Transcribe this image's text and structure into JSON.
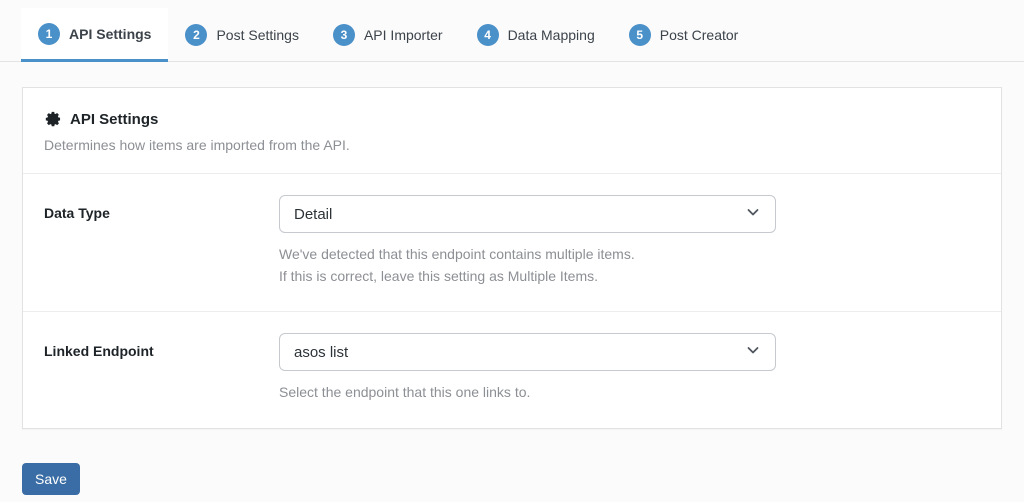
{
  "tabs": [
    {
      "number": "1",
      "label": "API Settings",
      "active": true
    },
    {
      "number": "2",
      "label": "Post Settings",
      "active": false
    },
    {
      "number": "3",
      "label": "API Importer",
      "active": false
    },
    {
      "number": "4",
      "label": "Data Mapping",
      "active": false
    },
    {
      "number": "5",
      "label": "Post Creator",
      "active": false
    }
  ],
  "panel": {
    "title": "API Settings",
    "subtitle": "Determines how items are imported from the API.",
    "rows": [
      {
        "label": "Data Type",
        "value": "Detail",
        "help": [
          "We've detected that this endpoint contains multiple items.",
          "If this is correct, leave this setting as Multiple Items."
        ]
      },
      {
        "label": "Linked Endpoint",
        "value": "asos list",
        "help": [
          "Select the endpoint that this one links to."
        ]
      }
    ]
  },
  "save_button_label": "Save",
  "colors": {
    "accent_blue": "#4a90c9",
    "button_blue": "#3a6da5"
  }
}
